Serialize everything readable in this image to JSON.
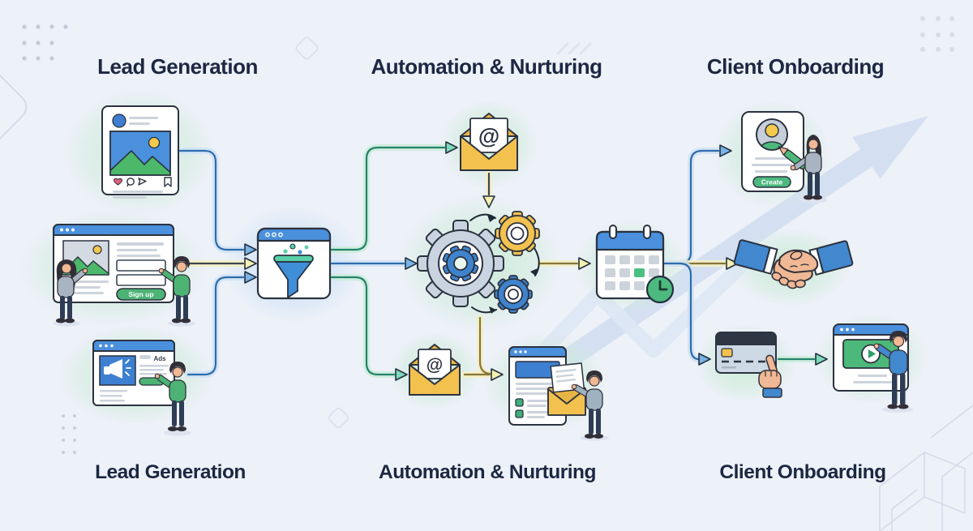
{
  "headers": {
    "top": [
      "Lead Generation",
      "Automation & Nurturing",
      "Client Onboarding"
    ],
    "bottom": [
      "Lead Generation",
      "Automation & Nurturing",
      "Client Onboarding"
    ]
  },
  "nodes": {
    "social_post": {
      "icons": [
        "heart-icon",
        "comment-icon",
        "share-icon",
        "bookmark-icon",
        "image-icon"
      ]
    },
    "landing_page": {
      "signup_button": "Sign up",
      "icons": [
        "image-icon",
        "input-field",
        "input-field"
      ]
    },
    "ads_page": {
      "ads_label": "Ads",
      "icons": [
        "megaphone-icon"
      ]
    },
    "funnel": {
      "icons": [
        "funnel-icon",
        "browser-window"
      ]
    },
    "email_top": {
      "at_symbol": "@",
      "icons": [
        "envelope-icon"
      ]
    },
    "automation_gears": {
      "icons": [
        "gear-icon",
        "gear-icon",
        "gear-icon",
        "rotate-arrow-icon"
      ]
    },
    "email_bottom": {
      "at_symbol": "@",
      "icons": [
        "envelope-icon"
      ]
    },
    "newsletter_page": {
      "icons": [
        "browser-window",
        "checkbox-icon",
        "checkbox-icon",
        "envelope-icon"
      ]
    },
    "calendar": {
      "icons": [
        "calendar-icon",
        "clock-icon"
      ]
    },
    "profile_card": {
      "create_button": "Create",
      "icons": [
        "avatar-icon",
        "pencil-icon"
      ]
    },
    "handshake": {
      "icons": [
        "handshake-icon"
      ]
    },
    "credit_card": {
      "icons": [
        "credit-card-icon",
        "cursor-hand-icon"
      ]
    },
    "video_player": {
      "icons": [
        "browser-window",
        "play-icon"
      ]
    }
  },
  "decorations": {
    "icons": [
      "growth-arrow-watermark",
      "dots-grid",
      "dots-grid",
      "dots-grid",
      "diamond-outline",
      "cube-wireframe"
    ]
  },
  "colors": {
    "background": "#edf1f8",
    "heading": "#1c2742",
    "browser_blue": "#4a90dd",
    "accent_blue": "#3d7fd0",
    "green": "#4db375",
    "teal": "#57d0a8",
    "amber": "#f2c14e",
    "amber_dark": "#e8b545",
    "outline": "#2b3240",
    "gear_gray": "#c9d4e0",
    "skin": "#f0b894",
    "watermark": "#cedcf0",
    "arrow_blue_head": "#79b3e8",
    "arrow_yellow_head": "#f5efb0",
    "arrow_green_head": "#7fd9bd"
  }
}
